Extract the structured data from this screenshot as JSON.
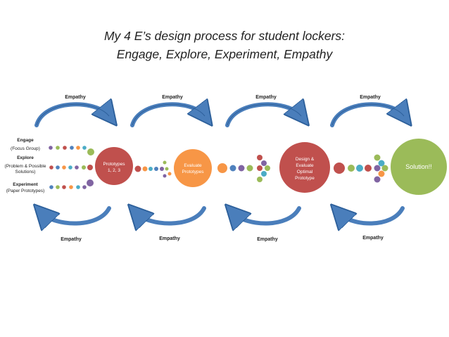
{
  "title": {
    "line1": "My 4 E’s design process for student lockers:",
    "line2": "Engage, Explore, Experiment, Empathy"
  },
  "empathy_label": "Empathy",
  "inputs": {
    "engage_label": "Engage",
    "engage_sub": "(Focus Group)",
    "explore_label": "Explore",
    "explore_sub1": "(Problem & Possible",
    "explore_sub2": "Solutions)",
    "experiment_label": "Experiment",
    "experiment_sub": "(Paper Prototypes)"
  },
  "stages": {
    "prototypes_line1": "Prototypes",
    "prototypes_line2": "1, 2, 3",
    "evaluate_line1": "Evaluate",
    "evaluate_line2": "Prototypes",
    "design_line1": "Design &",
    "design_line2": "Evaluate",
    "design_line3": "Optimal",
    "design_line4": "Prototype",
    "solution": "Solution!!"
  },
  "colors": {
    "purple": "#8064A2",
    "green": "#9BBB59",
    "red": "#C0504D",
    "blue": "#4F81BD",
    "orange": "#F79646",
    "teal": "#4BACC6",
    "arrow_fill": "#4A7EBB",
    "arrow_stroke": "#2C5F9A"
  }
}
